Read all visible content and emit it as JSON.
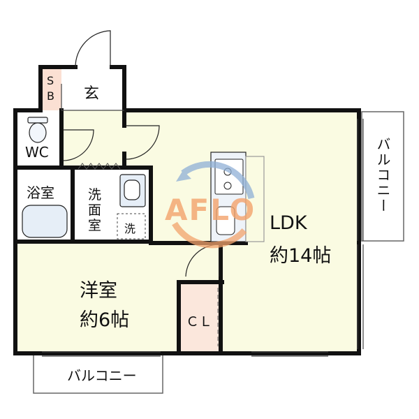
{
  "rooms": {
    "genkan": "玄",
    "sb_top": "S",
    "sb_bottom": "B",
    "wc": "WC",
    "bath": "浴室",
    "washroom_1": "洗",
    "washroom_2": "面",
    "washroom_3": "室",
    "washer": "洗",
    "ldk_name": "LDK",
    "ldk_size": "約14帖",
    "western_name": "洋室",
    "western_size": "約6帖",
    "closet": "ＣＬ",
    "balcony_right": "バルコニー",
    "balcony_bottom": "バルコニー"
  },
  "watermark": "AFLO",
  "colors": {
    "wall": "#111111",
    "floor": "#fafbe2",
    "wet_area": "#ffffff",
    "closet_floor": "#fbe7dc",
    "sb_floor": "#fbe0d3",
    "watermark_orange": "#f3a36c",
    "watermark_blue": "#8fb0d6"
  }
}
